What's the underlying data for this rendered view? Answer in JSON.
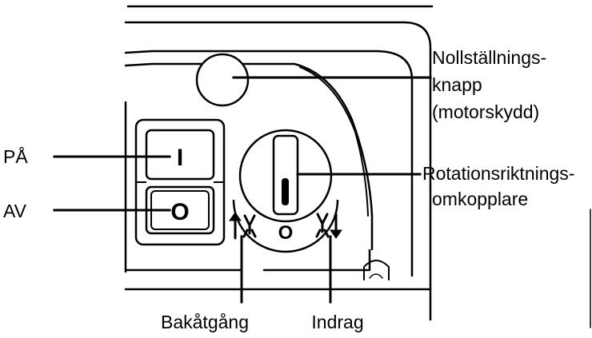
{
  "labels": {
    "on": "PÅ",
    "off": "AV",
    "reset_line1": "Nollställnings-",
    "reset_line2": "knapp",
    "reset_line3": "(motorskydd)",
    "rotation_line1": "Rotationsriktnings-",
    "rotation_line2": "omkopplare",
    "reverse": "Bakåtgång",
    "retract": "Indrag"
  },
  "switch_symbols": {
    "on": "I",
    "off": "O",
    "rotation_neutral": "O"
  },
  "colors": {
    "line": "#000000",
    "background": "#ffffff"
  }
}
